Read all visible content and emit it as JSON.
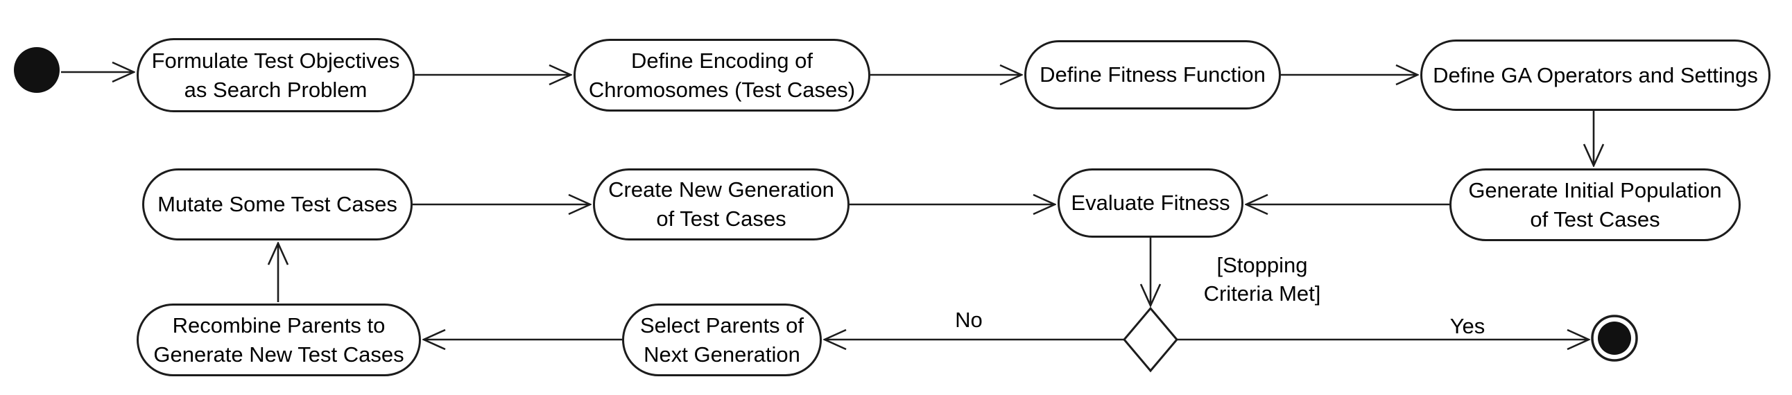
{
  "diagram": {
    "type": "uml-activity-diagram",
    "topic": "Genetic algorithm based test case generation workflow",
    "colors": {
      "stroke": "#1c1c1c",
      "node_fill": "#ffffff",
      "background": "#ffffff",
      "text": "#000000",
      "terminal_fill": "#111111"
    },
    "nodes": {
      "start": {
        "type": "initial-node"
      },
      "formulate": {
        "label": "Formulate Test Objectives\nas Search Problem"
      },
      "define_encoding": {
        "label": "Define Encoding of\nChromosomes (Test Cases)"
      },
      "define_fitness": {
        "label": "Define Fitness Function"
      },
      "define_ga_operators": {
        "label": "Define GA Operators and Settings"
      },
      "mutate": {
        "label": "Mutate Some Test Cases"
      },
      "create_new_generation": {
        "label": "Create New Generation\nof Test Cases"
      },
      "evaluate_fitness": {
        "label": "Evaluate Fitness"
      },
      "generate_initial_population": {
        "label": "Generate Initial Population\nof Test Cases"
      },
      "recombine_parents": {
        "label": "Recombine Parents to\nGenerate New Test Cases"
      },
      "select_parents": {
        "label": "Select Parents of\nNext Generation"
      },
      "stopping_decision": {
        "type": "decision-node"
      },
      "end": {
        "type": "activity-final-node"
      }
    },
    "decision": {
      "guard_label": "[Stopping\nCriteria Met]",
      "no_label": "No",
      "yes_label": "Yes"
    },
    "edges": [
      {
        "from": "start",
        "to": "formulate"
      },
      {
        "from": "formulate",
        "to": "define_encoding"
      },
      {
        "from": "define_encoding",
        "to": "define_fitness"
      },
      {
        "from": "define_fitness",
        "to": "define_ga_operators"
      },
      {
        "from": "define_ga_operators",
        "to": "generate_initial_population"
      },
      {
        "from": "generate_initial_population",
        "to": "evaluate_fitness"
      },
      {
        "from": "evaluate_fitness",
        "to": "stopping_decision",
        "label": "[Stopping\nCriteria Met]"
      },
      {
        "from": "stopping_decision",
        "to": "select_parents",
        "label": "No"
      },
      {
        "from": "select_parents",
        "to": "recombine_parents"
      },
      {
        "from": "recombine_parents",
        "to": "mutate"
      },
      {
        "from": "mutate",
        "to": "create_new_generation"
      },
      {
        "from": "create_new_generation",
        "to": "evaluate_fitness"
      },
      {
        "from": "stopping_decision",
        "to": "end",
        "label": "Yes"
      }
    ]
  }
}
